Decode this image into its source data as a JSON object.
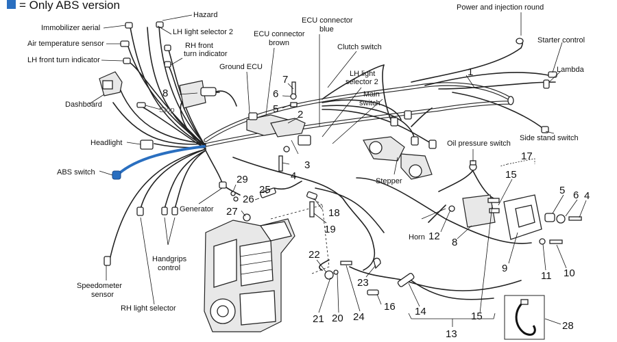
{
  "legend": {
    "swatch_color": "#2a6fc0",
    "text": "= Only ABS version"
  },
  "highlight_color": "#2a6fc0",
  "labels": {
    "hazard": "Hazard",
    "immobilizer_aerial": "Immobilizer aerial",
    "air_temperature_sensor": "Air temperature sensor",
    "lh_front_turn_indicator": "LH front turn indicator",
    "lh_light_selector_2_top": "LH light selector 2",
    "rh_front_turn_indicator_1": "RH front",
    "rh_front_turn_indicator_2": "turn indicator",
    "ecu_connector_brown_1": "ECU connector",
    "ecu_connector_brown_2": "brown",
    "ecu_connector_blue_1": "ECU connector",
    "ecu_connector_blue_2": "blue",
    "clutch_switch": "Clutch switch",
    "power_and_injection_round": "Power and injection round",
    "starter_control": "Starter control",
    "lambda": "Lambda",
    "side_stand_switch": "Side stand switch",
    "dashboard": "Dashboard",
    "stop": "Stop",
    "ground_ecu": "Ground ECU",
    "lh_light_selector_2_mid_1": "LH light",
    "lh_light_selector_2_mid_2": "selector 2",
    "main_switch_1": "Main",
    "main_switch_2": "switch",
    "headlight": "Headlight",
    "abs_switch": "ABS switch",
    "oil_pressure_switch": "Oil pressure switch",
    "stepper": "Stepper",
    "generator": "Generator",
    "handgrips_control_1": "Handgrips",
    "handgrips_control_2": "control",
    "speedometer_sensor_1": "Speedometer",
    "speedometer_sensor_2": "sensor",
    "rh_light_selector": "RH light selector",
    "horn": "Horn"
  },
  "callouts": [
    {
      "id": "n1",
      "text": "1"
    },
    {
      "id": "n2",
      "text": "2"
    },
    {
      "id": "n3",
      "text": "3"
    },
    {
      "id": "n4a",
      "text": "4"
    },
    {
      "id": "n5a",
      "text": "5"
    },
    {
      "id": "n6a",
      "text": "6"
    },
    {
      "id": "n7",
      "text": "7"
    },
    {
      "id": "n8a",
      "text": "8"
    },
    {
      "id": "n29",
      "text": "29"
    },
    {
      "id": "n25",
      "text": "25"
    },
    {
      "id": "n26",
      "text": "26"
    },
    {
      "id": "n27",
      "text": "27"
    },
    {
      "id": "n18",
      "text": "18"
    },
    {
      "id": "n19",
      "text": "19"
    },
    {
      "id": "n22",
      "text": "22"
    },
    {
      "id": "n23",
      "text": "23"
    },
    {
      "id": "n21",
      "text": "21"
    },
    {
      "id": "n20",
      "text": "20"
    },
    {
      "id": "n24",
      "text": "24"
    },
    {
      "id": "n16",
      "text": "16"
    },
    {
      "id": "n14",
      "text": "14"
    },
    {
      "id": "n15a",
      "text": "15"
    },
    {
      "id": "n15b",
      "text": "15"
    },
    {
      "id": "n13",
      "text": "13"
    },
    {
      "id": "n17",
      "text": "17"
    },
    {
      "id": "n12",
      "text": "12"
    },
    {
      "id": "n8b",
      "text": "8"
    },
    {
      "id": "n9",
      "text": "9"
    },
    {
      "id": "n5b",
      "text": "5"
    },
    {
      "id": "n6b",
      "text": "6"
    },
    {
      "id": "n4b",
      "text": "4"
    },
    {
      "id": "n11",
      "text": "11"
    },
    {
      "id": "n10",
      "text": "10"
    },
    {
      "id": "n28",
      "text": "28"
    }
  ]
}
